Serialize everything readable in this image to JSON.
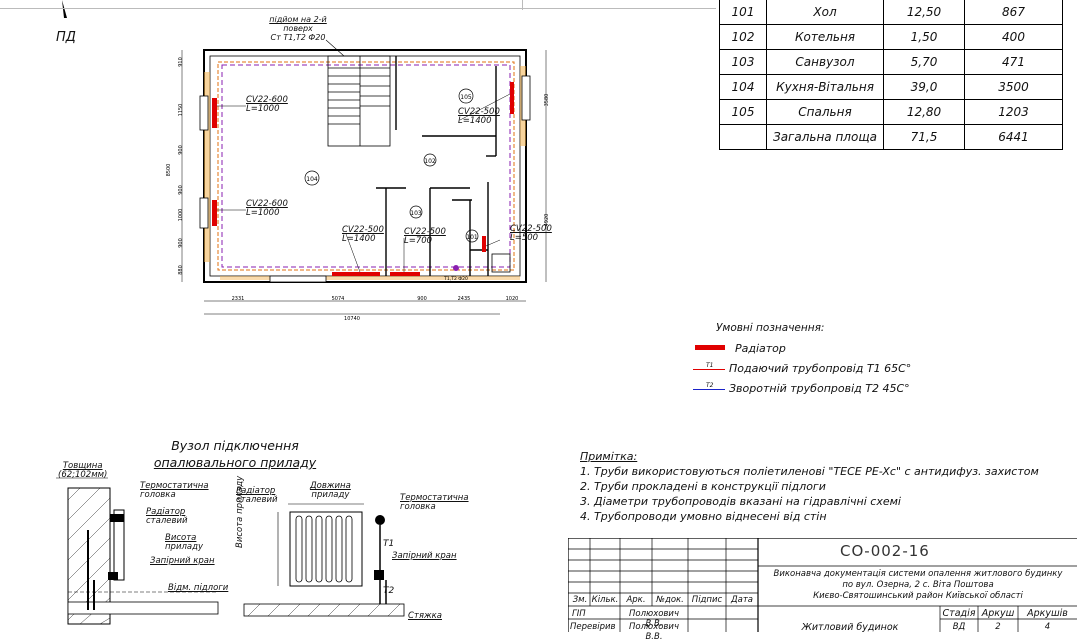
{
  "corner_label": "ПД",
  "plan": {
    "riser_note": [
      "підйом на 2-й",
      "поверх",
      "Ст T1,T2 Ф20"
    ],
    "radiators": [
      {
        "model": "CV22-600",
        "length": "L=1000"
      },
      {
        "model": "CV22-600",
        "length": "L=1000"
      },
      {
        "model": "CV22-500",
        "length": "L=1400"
      },
      {
        "model": "CV22-500",
        "length": "L=1400"
      },
      {
        "model": "CV22-500",
        "length": "L=700"
      },
      {
        "model": "CV22-500",
        "length": "L=500"
      }
    ],
    "room_tags": [
      "105",
      "104",
      "103",
      "102",
      "101"
    ],
    "dims_bottom": [
      "2331",
      "5074",
      "900",
      "2435",
      "1020"
    ],
    "dim_total": "10740",
    "dim_left": [
      "910",
      "1150",
      "900",
      "900",
      "1000",
      "900",
      "880"
    ],
    "dim_left_total": "8500",
    "dim_right": [
      "3580",
      "4920"
    ],
    "unit_mark": "T1,T2 Ф20"
  },
  "room_table": {
    "rows": [
      [
        "101",
        "Хол",
        "12,50",
        "867"
      ],
      [
        "102",
        "Котельня",
        "1,50",
        "400"
      ],
      [
        "103",
        "Санвузол",
        "5,70",
        "471"
      ],
      [
        "104",
        "Кухня-Вітальня",
        "39,0",
        "3500"
      ],
      [
        "105",
        "Спальня",
        "12,80",
        "1203"
      ],
      [
        "",
        "Загальна площа",
        "71,5",
        "6441"
      ]
    ]
  },
  "legend": {
    "title": "Умовні позначення:",
    "items": [
      {
        "symbol": "",
        "text": "Радіатор",
        "color": "#e00000"
      },
      {
        "symbol": "T1",
        "text": "Подаючий трубопровід T1 65C°",
        "color": "#e00000"
      },
      {
        "symbol": "T2",
        "text": "Зворотній трубопровід T2 45C°",
        "color": "#1a22c8"
      }
    ]
  },
  "notes": {
    "title": "Примітка:",
    "items": [
      "1. Труби використовуються  поліетиленові \"TECE PE-Xc\" с антидифуз. захистом",
      "2. Труби прокладені в конструкції підлоги",
      "3. Діаметри трубопроводів вказані на гідравлічні схемі",
      "4. Трубопроводи умовно віднесені від стін"
    ]
  },
  "detail": {
    "title": [
      "Вузол підключення",
      "опалювального приладу"
    ],
    "labels": {
      "thickness": [
        "Товщина",
        "(62;102мм)"
      ],
      "thermo_head": [
        "Термостатична",
        "головка"
      ],
      "radiator_steel": [
        "Радіатор",
        "сталевий"
      ],
      "device_height": [
        "Висота",
        "приладу"
      ],
      "shutoff": "Запірний кран",
      "floor_mark": "Відм. підлоги",
      "radiator_steel2": [
        "Радіатор",
        "сталевий"
      ],
      "device_length": [
        "Довжина",
        "приладу"
      ],
      "thermo_head2": [
        "Термостатична",
        "головка"
      ],
      "device_height_v": "Висота приладу",
      "t1": "T1",
      "shutoff2": "Запірний кран",
      "t2": "T2",
      "screed": "Стяжка"
    }
  },
  "title_block": {
    "code": "СО-002-16",
    "description": [
      "Виконавча документація системи опалення житлового будинку",
      "по вул. Озерна, 2 с. Віта Поштова",
      "Києво-Святошинський район Київської області"
    ],
    "header": [
      "Зм.",
      "Кільк.",
      "Арк.",
      "№док.",
      "Підпис",
      "Дата"
    ],
    "rows": [
      [
        "ГІП",
        "Полюхович В.В."
      ],
      [
        "Перевірив",
        "Полюхович В.В."
      ]
    ],
    "stage_header": [
      "Стадія",
      "Аркуш",
      "Аркушів"
    ],
    "stage_values": [
      "ВД",
      "2",
      "4"
    ],
    "sheet_title": "Житловий будинок"
  },
  "colors": {
    "supply": "#e00000",
    "return": "#1a22c8",
    "radiator": "#e00000",
    "riser": "#8a1fb0",
    "wall_insulation": "#f0a030"
  }
}
